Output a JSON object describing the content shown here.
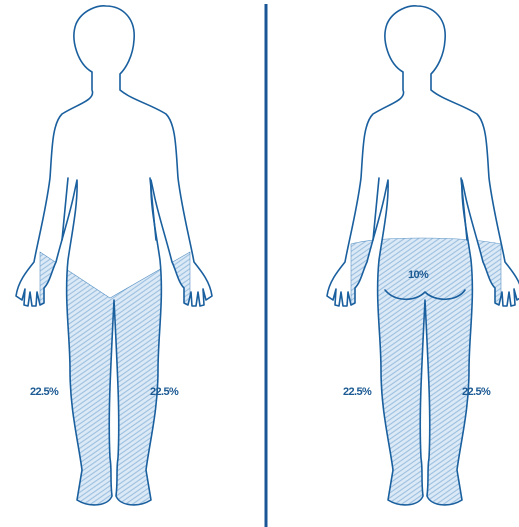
{
  "colors": {
    "outline": "#1a5f9e",
    "divider": "#1a5696",
    "region_fill": "#dce9f6",
    "hatch": "#9cc0e0",
    "label": "#1c5a93"
  },
  "front_view": {
    "labels": {
      "left_leg": "22.5%",
      "right_leg": "22.5%"
    }
  },
  "back_view": {
    "labels": {
      "buttocks": "10%",
      "left_leg": "22.5%",
      "right_leg": "22.5%"
    }
  }
}
